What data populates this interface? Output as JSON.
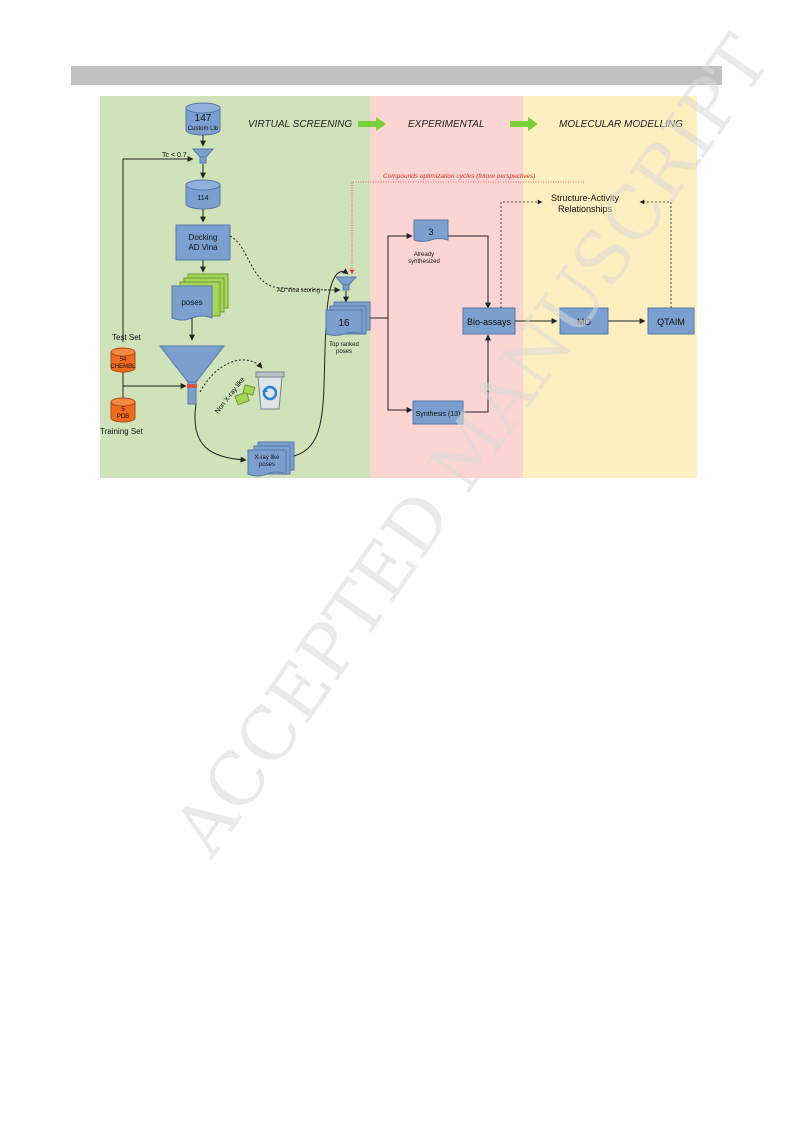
{
  "phases": {
    "virtual_screening": "VIRTUAL SCREENING",
    "experimental": "EXPERIMENTAL",
    "molecular_modelling": "MOLECULAR MODELLING"
  },
  "colors": {
    "vs_bg": "#cfe2b9",
    "exp_bg": "#fcd4d2",
    "mm_bg": "#fdefbf",
    "node_fill": "#7ba0cf",
    "node_stroke": "#5579a8",
    "dataset_fill": "#ef6b1f",
    "pose_green": "#a6d55a",
    "red_arrow": "#e53935",
    "phase_arrow": "#79d13a",
    "watermark": "#d8d8d8",
    "header_bar": "#c0c0c0"
  },
  "library": {
    "count": "147",
    "label": "Custom Lib"
  },
  "filter": {
    "label": "Tc < 0.7"
  },
  "filtered": {
    "count": "114"
  },
  "docking": {
    "line1": "Docking",
    "line2": "AD Vina"
  },
  "poses": {
    "label": "poses"
  },
  "datasets": {
    "test_set": "Test Set",
    "chembl_count": "54",
    "chembl_label": "CHEMBL",
    "pdb_count": "5",
    "pdb_label": "PDB",
    "training_set": "Training Set"
  },
  "nonxray": {
    "label": "Non X-ray like"
  },
  "xray": {
    "line1": "X-ray like",
    "line2": "poses"
  },
  "scoring": {
    "label": "AD Vina scoring"
  },
  "top": {
    "count": "16",
    "line1": "Top ranked",
    "line2": "poses"
  },
  "optimization": {
    "label": "Compounds optimization cycles (future perspectives)"
  },
  "already": {
    "count": "3",
    "line1": "Already",
    "line2": "synthesized"
  },
  "synthesis": {
    "label": "Synthesis (13)"
  },
  "bioassays": {
    "label": "Bio-assays"
  },
  "md": {
    "label": "MD"
  },
  "qtaim": {
    "label": "QTAIM"
  },
  "sar": {
    "line1": "Structure-Activity",
    "line2": "Relationships"
  },
  "watermark": {
    "text": "ACCEPTED MANUSCRIPT"
  },
  "icons": [
    "database-icon",
    "funnel-icon",
    "document-stack-icon",
    "recycle-bin-icon"
  ]
}
